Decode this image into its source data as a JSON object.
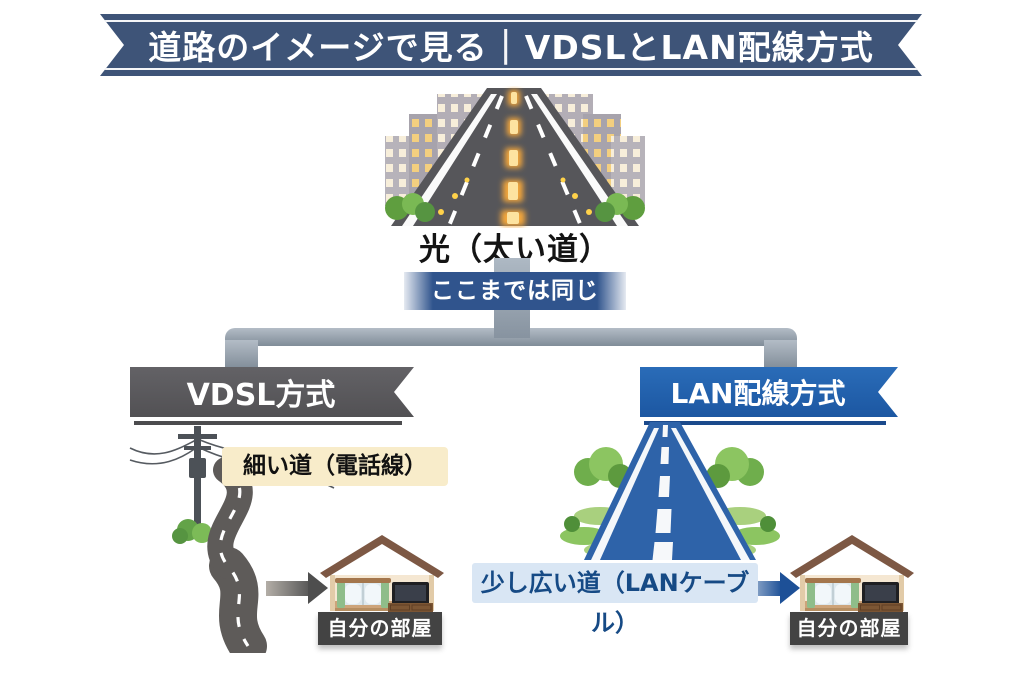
{
  "header": {
    "title_left": "道路のイメージで見る",
    "separator": "|",
    "title_right": "VDSLとLAN配線方式"
  },
  "trunk": {
    "road_caption": "光（太い道）",
    "badge": "ここまでは同じ"
  },
  "branches": {
    "vdsl": {
      "banner": "VDSL方式",
      "road_label": "細い道（電話線）",
      "house_label": "自分の部屋"
    },
    "lan": {
      "banner": "LAN配線方式",
      "road_label": "少し広い道（LANケーブル）",
      "house_label": "自分の部屋"
    }
  },
  "illustrations": {
    "top": "city-fiber-road",
    "vdsl_side": [
      "telephone-pole",
      "winding-narrow-road",
      "house-room"
    ],
    "lan_side": [
      "wide-blue-road",
      "house-room"
    ]
  },
  "colors": {
    "banner_bg": "#3e5478",
    "badge_bg": "#30548d",
    "connector": "#8b97a3",
    "vdsl_banner_bg": "#58575a",
    "lan_banner_bg": "#2059a7",
    "thin_road_label_bg": "#f8ecca",
    "wide_road_label_bg": "#d9e6f4",
    "wide_road_label_text": "#164a85",
    "house_label_bg": "#434343",
    "fiber_road": "#56565a",
    "lan_road": "#2e63a9"
  }
}
